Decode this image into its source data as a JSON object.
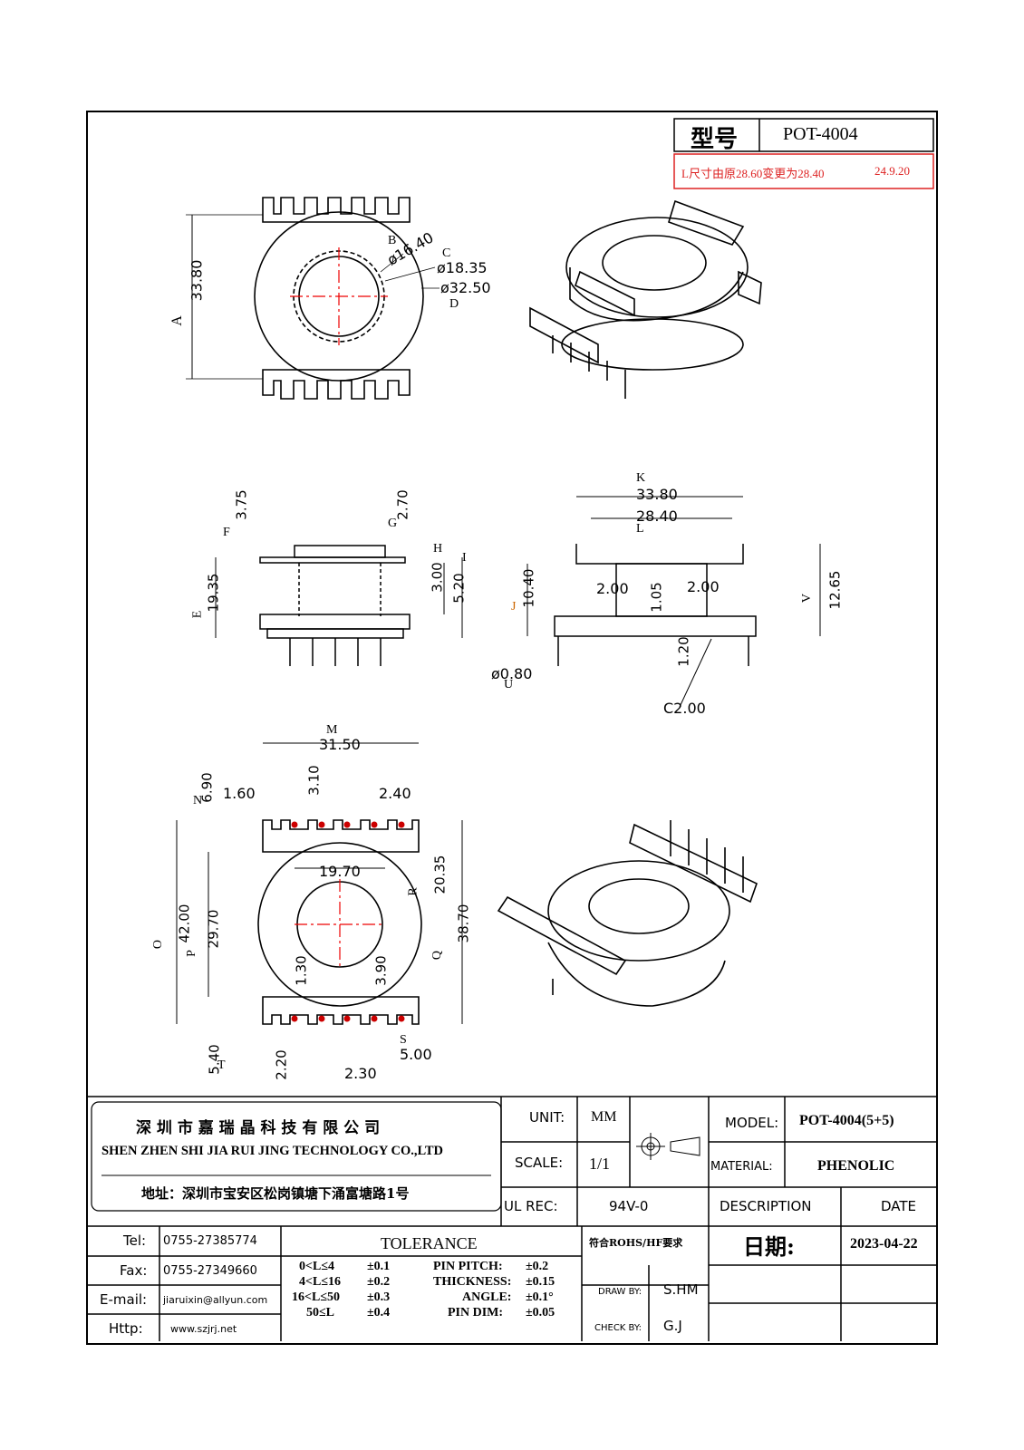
{
  "title_block": {
    "model_label": "型号",
    "model_value": "POT-4004",
    "revision_note": "L尺寸由原28.60变更为28.40",
    "revision_date": "24.9.20"
  },
  "dimensions": {
    "top_view": {
      "A_label": "A",
      "A_value": "33.80",
      "B_label": "B",
      "B_value": "ø16.40",
      "C_label": "C",
      "C_value": "ø18.35",
      "D_label": "D",
      "D_value": "ø32.50"
    },
    "side_view": {
      "F_label": "F",
      "F_value": "3.75",
      "G_label": "G",
      "G_value": "2.70",
      "H_label": "H",
      "H_value": "3.00",
      "I_label": "I",
      "I_value": "5.20",
      "E_label": "E",
      "E_value": "19.35"
    },
    "front_view": {
      "K_label": "K",
      "K_value": "33.80",
      "L_label": "L",
      "L_value": "28.40",
      "J_label": "J",
      "J_value": "10.40",
      "wall_left": "2.00",
      "wall_right": "2.00",
      "flange": "1.05",
      "V_label": "V",
      "V_value": "12.65",
      "pin_len": "1.20",
      "U_label": "U",
      "U_value": "ø0.80",
      "chamfer": "C2.00"
    },
    "bottom_view": {
      "M_label": "M",
      "M_value": "31.50",
      "N_label": "N",
      "N_value": "6.90",
      "pitch_a": "1.60",
      "pitch_b": "3.10",
      "pitch_c": "2.40",
      "inner": "19.70",
      "R_label": "R",
      "R_value": "20.35",
      "O_label": "O",
      "O_value": "42.00",
      "P_label": "P",
      "P_value": "29.70",
      "Q_label": "Q",
      "Q_value": "38.70",
      "h1": "1.30",
      "h2": "3.90",
      "T_label": "T",
      "T_value": "5.40",
      "bot_a": "2.20",
      "bot_b": "2.30",
      "S_label": "S",
      "S_value": "5.00"
    }
  },
  "footer": {
    "company_cn": "深 圳 市 嘉 瑞 晶 科 技 有 限 公 司",
    "company_en": "SHEN ZHEN SHI  JIA RUI JING  TECHNOLOGY CO.,LTD",
    "address": "地址：深圳市宝安区松岗镇塘下涌富塘路1号",
    "unit_label": "UNIT:",
    "unit_value": "MM",
    "scale_label": "SCALE:",
    "scale_value": "1/1",
    "ul_label": "UL REC:",
    "ul_value": "94V-0",
    "model_label": "MODEL:",
    "model_value": "POT-4004(5+5)",
    "material_label": "MATERIAL:",
    "material_value": "PHENOLIC",
    "description_label": "DESCRIPTION",
    "date_label": "DATE",
    "tel_label": "Tel:",
    "tel_value": "0755-27385774",
    "fax_label": "Fax:",
    "fax_value": "0755-27349660",
    "email_label": "E-mail:",
    "email_value": "jiaruixin@allyun.com",
    "http_label": "Http:",
    "http_value": "www.szjrj.net",
    "tolerance_label": "TOLERANCE",
    "tol_rows": [
      {
        "range": "0<L≤4",
        "tol": "±0.1"
      },
      {
        "range": "4<L≤16",
        "tol": "±0.2"
      },
      {
        "range": "16<L≤50",
        "tol": "±0.3"
      },
      {
        "range": "50≤L",
        "tol": "±0.4"
      }
    ],
    "spec_rows": [
      {
        "label": "PIN PITCH:",
        "tol": "±0.2"
      },
      {
        "label": "THICKNESS:",
        "tol": "±0.15"
      },
      {
        "label": "ANGLE:",
        "tol": "±0.1°"
      },
      {
        "label": "PIN DIM:",
        "tol": "±0.05"
      }
    ],
    "rohs": "符合ROHS/HF要求",
    "date_cn": "日期:",
    "date_value": "2023-04-22",
    "draw_label": "DRAW BY:",
    "draw_value": "S.HM",
    "check_label": "CHECK BY:",
    "check_value": "G.J"
  }
}
